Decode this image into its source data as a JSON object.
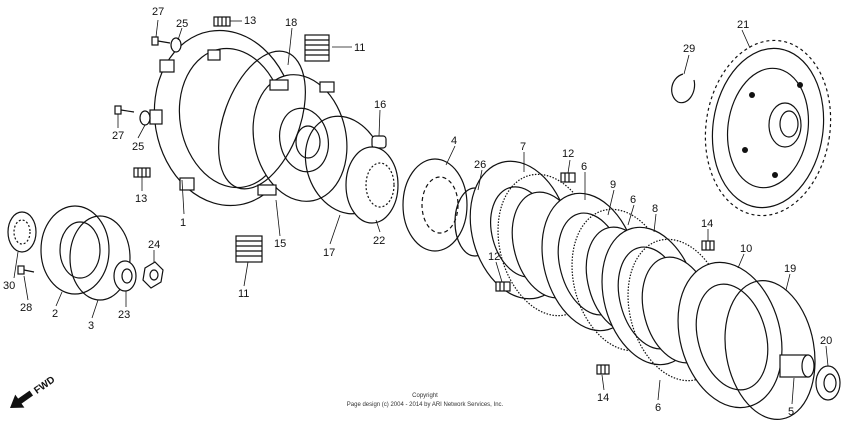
{
  "callouts": [
    {
      "id": "c27a",
      "text": "27"
    },
    {
      "id": "c25a",
      "text": "25"
    },
    {
      "id": "c13a",
      "text": "13"
    },
    {
      "id": "c18",
      "text": "18"
    },
    {
      "id": "c11a",
      "text": "11"
    },
    {
      "id": "c21",
      "text": "21"
    },
    {
      "id": "c29",
      "text": "29"
    },
    {
      "id": "c27b",
      "text": "27"
    },
    {
      "id": "c25b",
      "text": "25"
    },
    {
      "id": "c16",
      "text": "16"
    },
    {
      "id": "c4",
      "text": "4"
    },
    {
      "id": "c7",
      "text": "7"
    },
    {
      "id": "c12a",
      "text": "12"
    },
    {
      "id": "c6a",
      "text": "6"
    },
    {
      "id": "c26",
      "text": "26"
    },
    {
      "id": "c13b",
      "text": "13"
    },
    {
      "id": "c9",
      "text": "9"
    },
    {
      "id": "c6b",
      "text": "6"
    },
    {
      "id": "c8",
      "text": "8"
    },
    {
      "id": "c1",
      "text": "1"
    },
    {
      "id": "c15",
      "text": "15"
    },
    {
      "id": "c17",
      "text": "17"
    },
    {
      "id": "c22",
      "text": "22"
    },
    {
      "id": "c14a",
      "text": "14"
    },
    {
      "id": "c24",
      "text": "24"
    },
    {
      "id": "c10",
      "text": "10"
    },
    {
      "id": "c12b",
      "text": "12"
    },
    {
      "id": "c19",
      "text": "19"
    },
    {
      "id": "c11b",
      "text": "11"
    },
    {
      "id": "c30",
      "text": "30"
    },
    {
      "id": "c28",
      "text": "28"
    },
    {
      "id": "c2",
      "text": "2"
    },
    {
      "id": "c3",
      "text": "3"
    },
    {
      "id": "c23",
      "text": "23"
    },
    {
      "id": "c20",
      "text": "20"
    },
    {
      "id": "c14b",
      "text": "14"
    },
    {
      "id": "c6c",
      "text": "6"
    },
    {
      "id": "c5",
      "text": "5"
    }
  ],
  "direction_label": "FWD",
  "copyright": {
    "line1": "Copyright",
    "line2": "Page design (c) 2004 - 2014 by ARI Network Services, Inc."
  }
}
